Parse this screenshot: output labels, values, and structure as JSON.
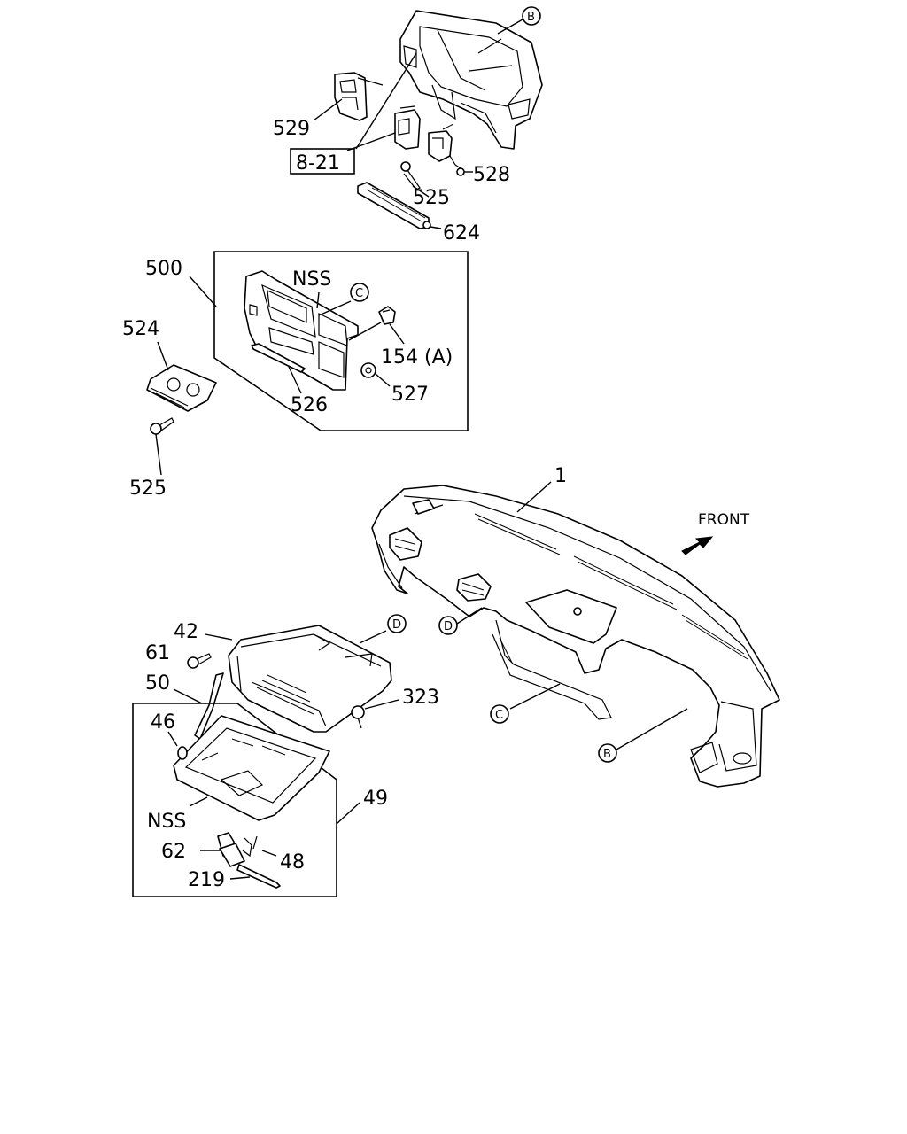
{
  "diagram": {
    "part_labels": {
      "p529": "529",
      "p8_21": "8-21",
      "p528": "528",
      "p525_top": "525",
      "p624": "624",
      "p500": "500",
      "nss_cluster": "NSS",
      "p154a": "154 (A)",
      "p524": "524",
      "p527": "527",
      "p526": "526",
      "p525_mid": "525",
      "p1": "1",
      "front": "FRONT",
      "p42": "42",
      "p61": "61",
      "p50": "50",
      "p323": "323",
      "p46": "46",
      "p49": "49",
      "nss_glove": "NSS",
      "p62": "62",
      "p48": "48",
      "p219": "219"
    },
    "callouts": {
      "b_top": "B",
      "c_cluster": "C",
      "d_box": "D",
      "d_dash": "D",
      "c_dash": "C",
      "b_dash": "B"
    }
  }
}
